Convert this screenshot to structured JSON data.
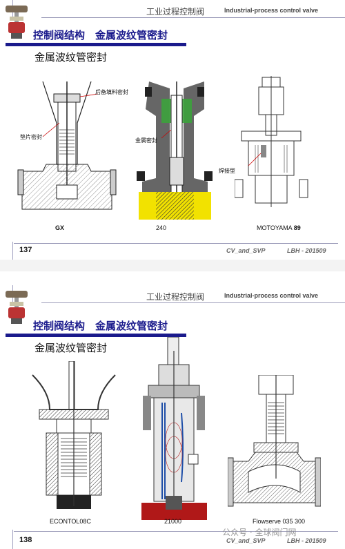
{
  "header": {
    "title_cn": "工业过程控制阀",
    "title_en": "Industrial-process control valve"
  },
  "slide1": {
    "title": "控制阀结构　金属波纹管密封",
    "subtitle": "金属波纹管密封",
    "annotations": {
      "backup_packing": "后备填料密封",
      "gasket_seal": "垫片密封",
      "metal_seal": "金属密封",
      "welded_type": "焊接型"
    },
    "captions": [
      "GX",
      "240",
      "MOTOYAMA"
    ],
    "caption3_bold": "89",
    "page_number": "137",
    "footer_left": "CV_and_SVP",
    "footer_right": "LBH - 201509"
  },
  "slide2": {
    "title": "控制阀结构　金属波纹管密封",
    "subtitle": "金属波纹管密封",
    "captions": [
      "ECONTOL08C",
      "21000",
      "Flowserve  035 300"
    ],
    "page_number": "138",
    "footer_left": "CV_and_SVP",
    "footer_right": "LBH - 201509"
  },
  "watermark": "公众号 · 全球阀门网",
  "colors": {
    "accent": "#1a1a8c",
    "yellow": "#f2e200",
    "green": "#3aa63a",
    "red": "#b01818",
    "blue": "#1f4fa8"
  }
}
